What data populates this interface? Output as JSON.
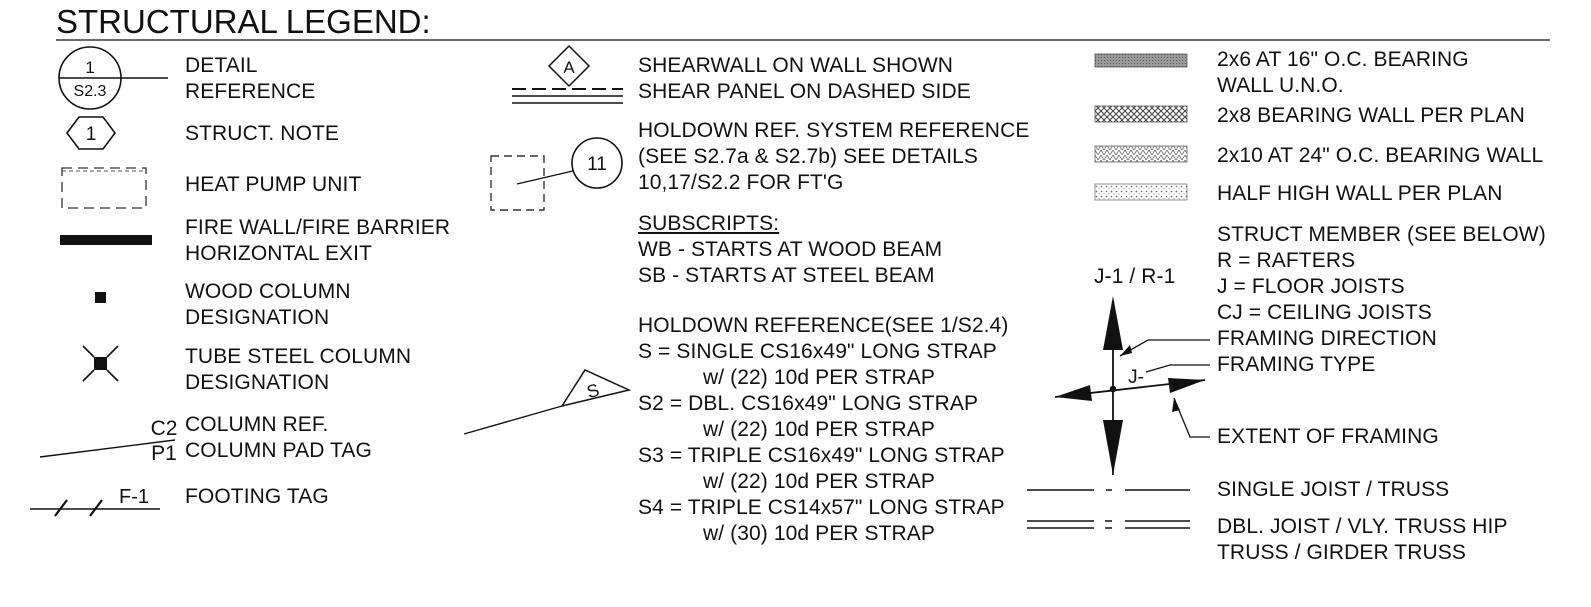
{
  "title": "STRUCTURAL LEGEND:",
  "col1": {
    "detail_sym_top": "1",
    "detail_sym_bottom": "S2.3",
    "detail_1": "DETAIL",
    "detail_2": "REFERENCE",
    "note_sym": "1",
    "note": "STRUCT. NOTE",
    "heat_pump": "HEAT PUMP UNIT",
    "fire_1": "FIRE WALL/FIRE BARRIER",
    "fire_2": "HORIZONTAL EXIT",
    "wood_1": "WOOD COLUMN",
    "wood_2": "DESIGNATION",
    "tube_1": "TUBE STEEL COLUMN",
    "tube_2": "DESIGNATION",
    "col_tag_top": "C2",
    "col_tag_bottom": "P1",
    "col_ref_1": "COLUMN REF.",
    "col_ref_2": "COLUMN PAD TAG",
    "footing_sym": "F-1",
    "footing": "FOOTING TAG"
  },
  "col2": {
    "shear_sym": "A",
    "shear_1": "SHEARWALL ON WALL SHOWN",
    "shear_2": "SHEAR PANEL ON DASHED SIDE",
    "holdown_sym": "11",
    "holdown_1": "HOLDOWN REF. SYSTEM REFERENCE",
    "holdown_2": "(SEE S2.7a & S2.7b) SEE DETAILS",
    "holdown_3": "10,17/S2.2 FOR FT'G",
    "subscripts_title": "SUBSCRIPTS:",
    "sub_wb": "WB - STARTS AT WOOD BEAM",
    "sub_sb": "SB - STARTS AT STEEL BEAM",
    "strap_sym": "S",
    "strap_lines": [
      "HOLDOWN REFERENCE(SEE 1/S2.4)",
      "S = SINGLE CS16x49\" LONG STRAP",
      "w/ (22) 10d PER STRAP",
      "S2 = DBL. CS16x49\" LONG STRAP",
      "w/ (22) 10d PER STRAP",
      "S3 = TRIPLE CS16x49\" LONG STRAP",
      "w/ (22) 10d PER STRAP",
      "S4 = TRIPLE CS14x57\" LONG STRAP",
      "w/ (30) 10d PER STRAP"
    ]
  },
  "col3": {
    "wall_2x6_1": "2x6 AT 16\" O.C. BEARING",
    "wall_2x6_2": "WALL U.N.O.",
    "wall_2x8": "2x8 BEARING WALL PER PLAN",
    "wall_2x10": "2x10 AT 24\" O.C. BEARING WALL",
    "wall_half": "HALF HIGH WALL PER PLAN",
    "member_title": "STRUCT MEMBER (SEE BELOW)",
    "member_r": "R = RAFTERS",
    "member_j": "J = FLOOR JOISTS",
    "member_cj": "CJ = CEILING JOISTS",
    "framing_dir": "FRAMING DIRECTION",
    "framing_type": "FRAMING TYPE",
    "extent": "EXTENT OF FRAMING",
    "jr_label": "J-1 / R-1",
    "j_label": "J-",
    "single": "SINGLE JOIST / TRUSS",
    "dbl_1": "DBL. JOIST / VLY. TRUSS HIP",
    "dbl_2": "TRUSS / GIRDER TRUSS"
  }
}
